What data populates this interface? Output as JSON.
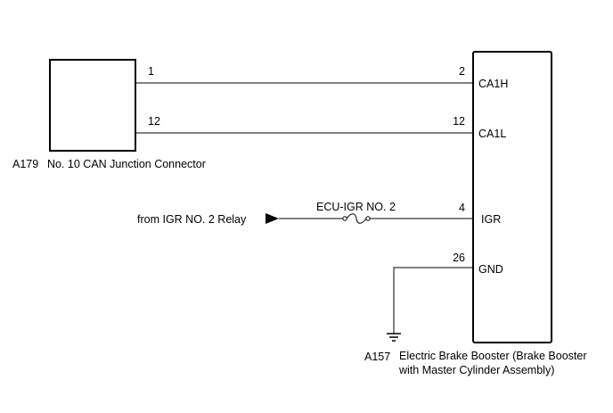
{
  "junction_connector": {
    "code": "A179",
    "name": "No. 10 CAN Junction Connector",
    "pin_ca1h": "1",
    "pin_ca1l": "12"
  },
  "brake_booster": {
    "code": "A157",
    "name_line1": "Electric Brake Booster (Brake Booster",
    "name_line2": "with Master Cylinder Assembly)",
    "terminals": [
      {
        "pin": "2",
        "label": "CA1H"
      },
      {
        "pin": "12",
        "label": "CA1L"
      },
      {
        "pin": "4",
        "label": "IGR"
      },
      {
        "pin": "26",
        "label": "GND"
      }
    ]
  },
  "power_source": {
    "label": "from IGR NO. 2 Relay",
    "fuse_label": "ECU-IGR NO. 2"
  }
}
